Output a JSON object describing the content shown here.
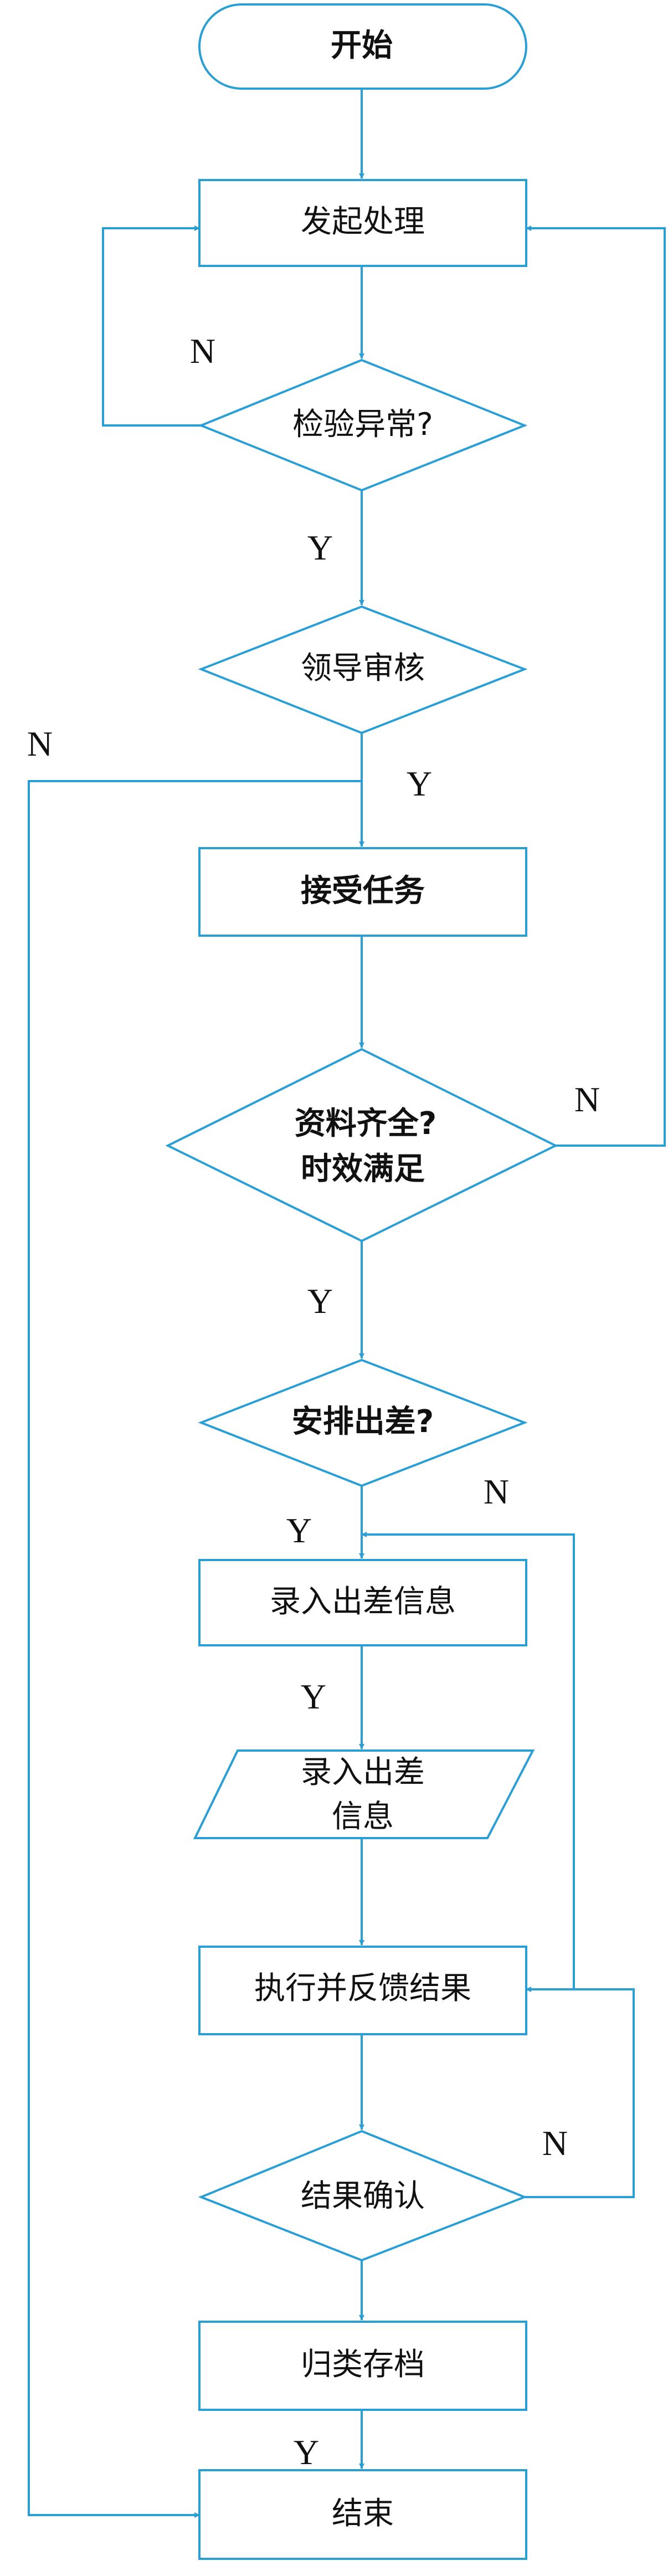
{
  "colors": {
    "line": "#2a9fd6",
    "text": "#111111",
    "fill": "#ffffff"
  },
  "nodes": {
    "start": "开始",
    "initiate": "发起处理",
    "check_anomaly": "检验异常?",
    "leader_review": "领导审核",
    "accept_task": "接受任务",
    "data_complete_1": "资料齐全?",
    "data_complete_2": "时效满足",
    "arrange_trip": "安排出差?",
    "enter_trip_info": "录入出差信息",
    "trip_info_io_1": "录入出差",
    "trip_info_io_2": "信息",
    "execute_feedback": "执行并反馈结果",
    "confirm_result": "结果确认",
    "archive": "归类存档",
    "end": "结束"
  },
  "branch_labels": {
    "check_anomaly_no": "N",
    "check_anomaly_yes": "Y",
    "leader_review_no": "N",
    "leader_review_yes": "Y",
    "data_complete_no": "N",
    "data_complete_yes": "Y",
    "arrange_trip_no": "N",
    "arrange_trip_yes": "Y",
    "enter_trip_yes": "Y",
    "confirm_result_no": "N",
    "archive_yes": "Y"
  }
}
